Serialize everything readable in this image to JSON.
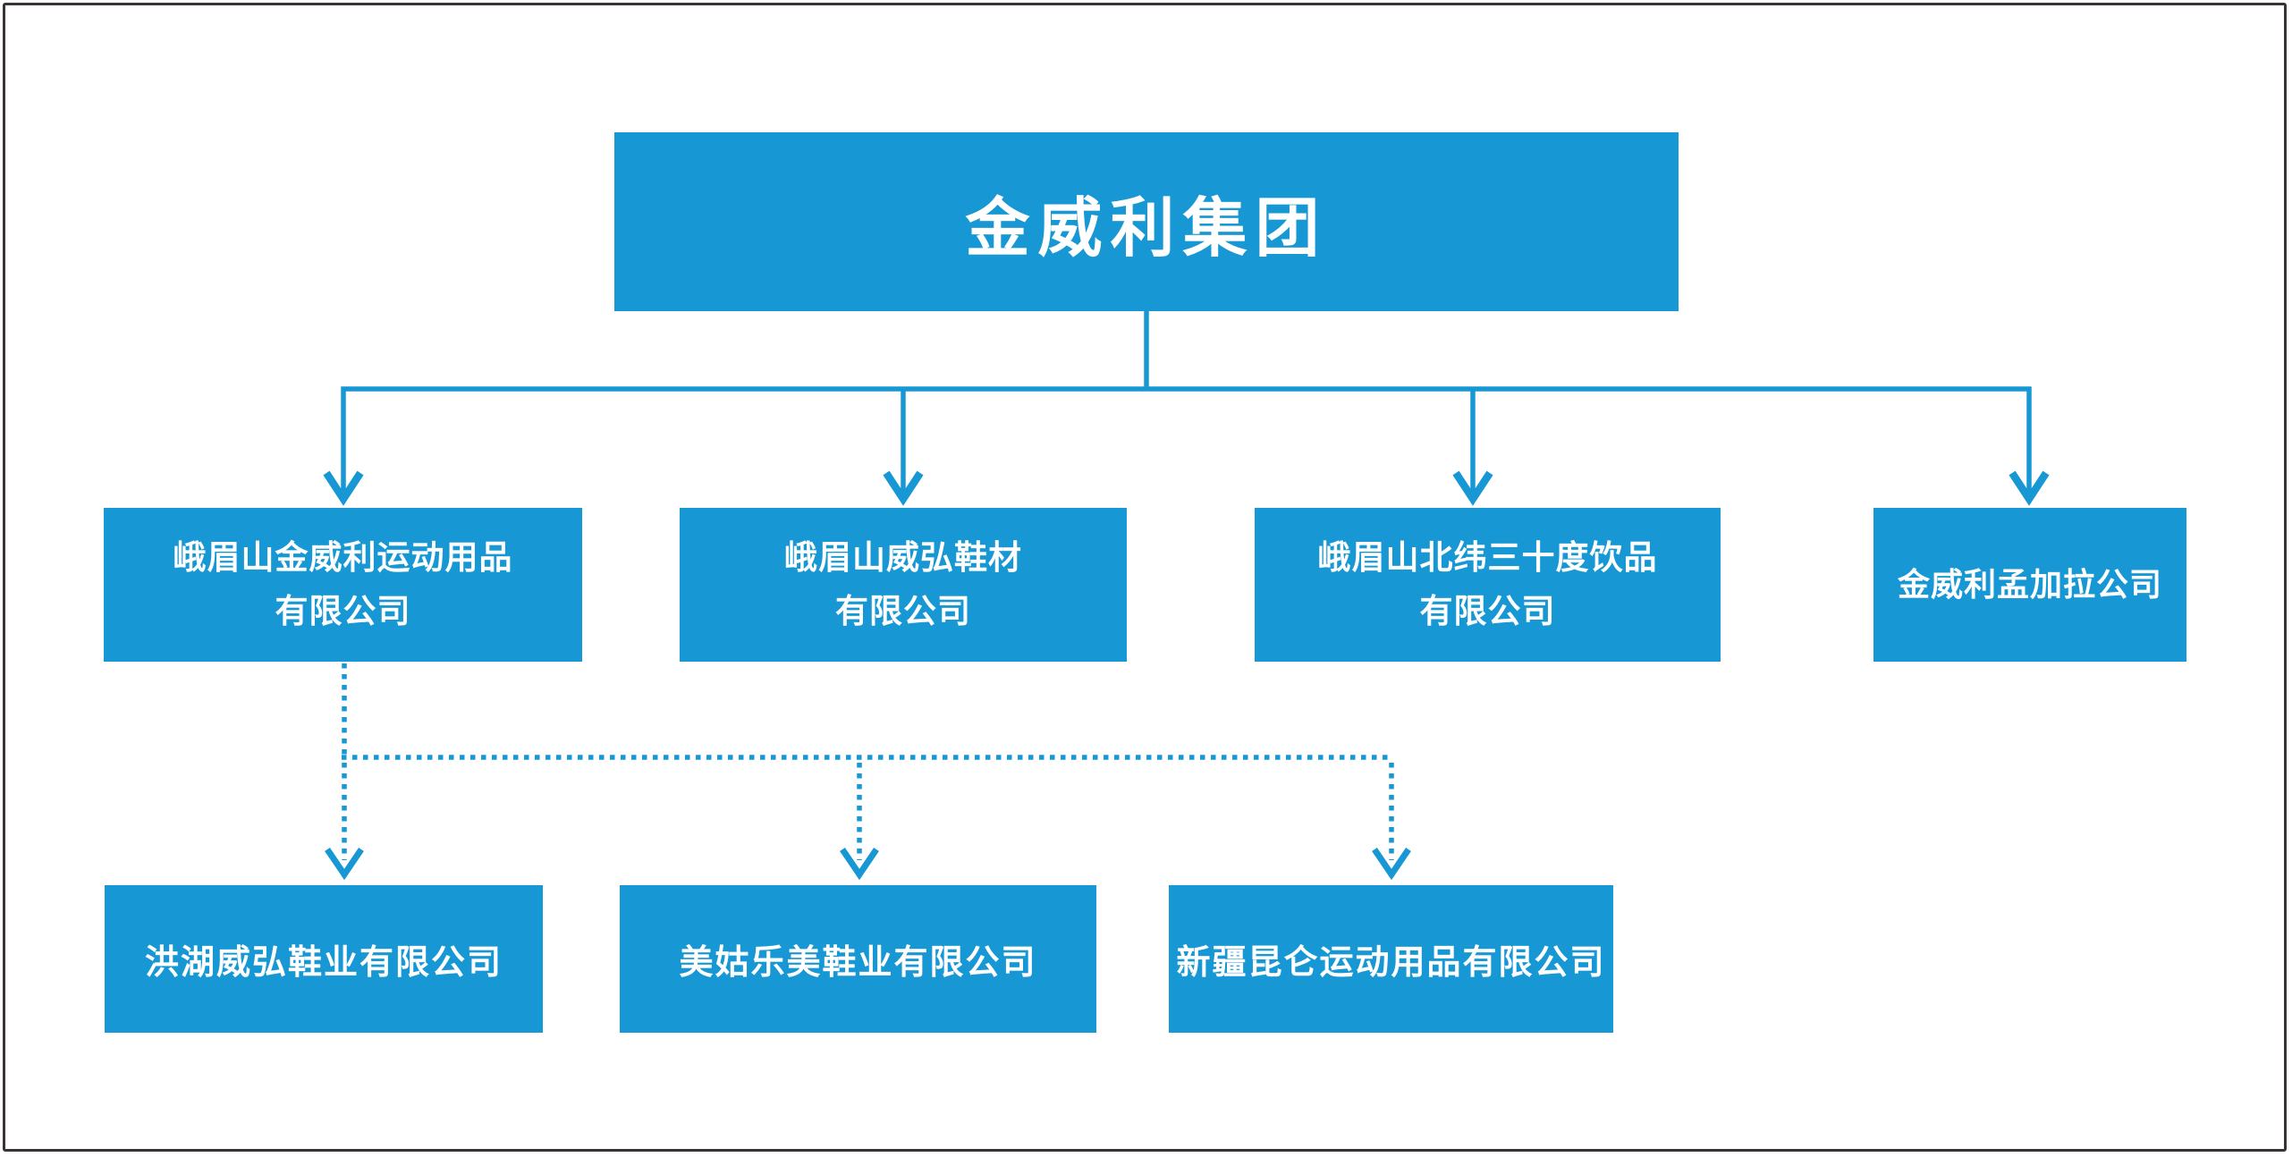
{
  "org_chart": {
    "root": {
      "label": "金威利集团"
    },
    "subsidiaries": [
      {
        "id": "l2-1",
        "line1": "峨眉山金威利运动用品",
        "line2": "有限公司"
      },
      {
        "id": "l2-2",
        "line1": "峨眉山威弘鞋材",
        "line2": "有限公司"
      },
      {
        "id": "l2-3",
        "line1": "峨眉山北纬三十度饮品",
        "line2": "有限公司"
      },
      {
        "id": "l2-4",
        "label": "金威利孟加拉公司"
      }
    ],
    "sub_subsidiaries": [
      {
        "id": "l3-1",
        "label": "洪湖威弘鞋业有限公司"
      },
      {
        "id": "l3-2",
        "label": "美姑乐美鞋业有限公司"
      },
      {
        "id": "l3-3",
        "label": "新疆昆仑运动用品有限公司"
      }
    ],
    "edges": [
      {
        "from": "root",
        "to": "l2-1",
        "style": "solid-arrow"
      },
      {
        "from": "root",
        "to": "l2-2",
        "style": "solid-arrow"
      },
      {
        "from": "root",
        "to": "l2-3",
        "style": "solid-arrow"
      },
      {
        "from": "root",
        "to": "l2-4",
        "style": "solid-arrow"
      },
      {
        "from": "l2-1",
        "to": "l3-1",
        "style": "dotted-arrow"
      },
      {
        "from": "l2-1",
        "to": "l3-2",
        "style": "dotted-arrow"
      },
      {
        "from": "l2-1",
        "to": "l3-3",
        "style": "dotted-arrow"
      }
    ],
    "colors": {
      "node_fill": "#1798d4",
      "node_text": "#ffffff",
      "connector": "#1798d4",
      "frame_border": "#3a3336",
      "background": "#ffffff"
    }
  }
}
